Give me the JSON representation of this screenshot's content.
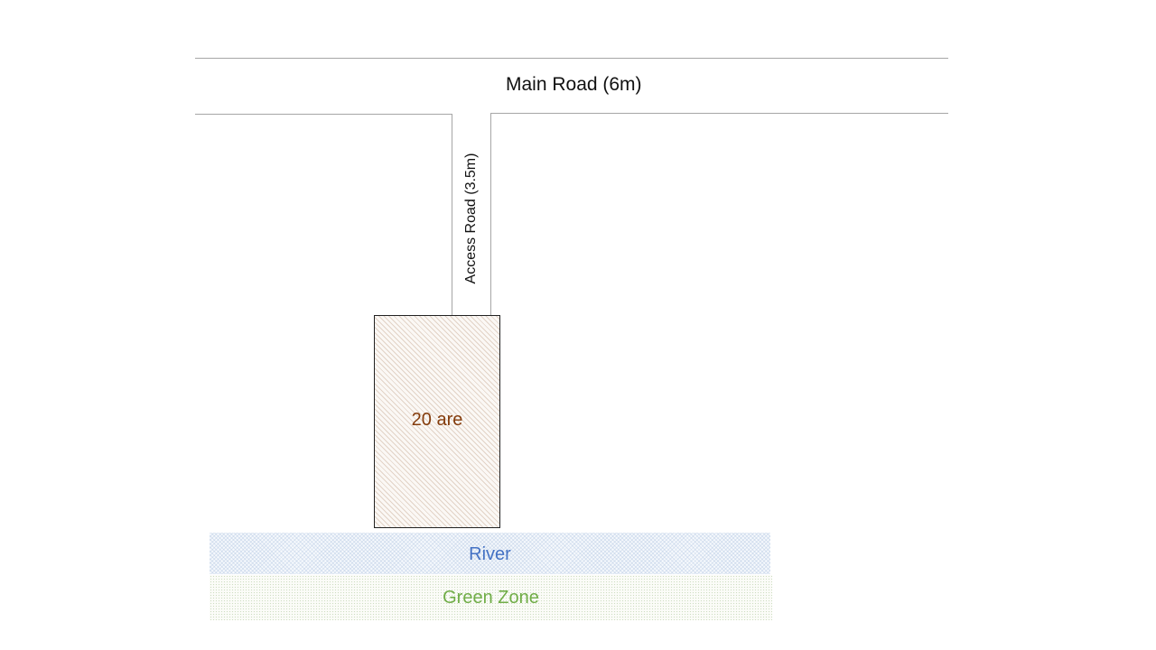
{
  "main_road": {
    "label": "Main Road (6m)"
  },
  "access_road": {
    "label": "Access Road (3.5m)"
  },
  "plot": {
    "label": "20 are",
    "label_color": "#843c0c"
  },
  "river": {
    "label": "River",
    "label_color": "#4472c4"
  },
  "green_zone": {
    "label": "Green Zone",
    "label_color": "#70ad47"
  },
  "colors": {
    "road_line": "#a6a6a6",
    "plot_border": "#222222"
  }
}
